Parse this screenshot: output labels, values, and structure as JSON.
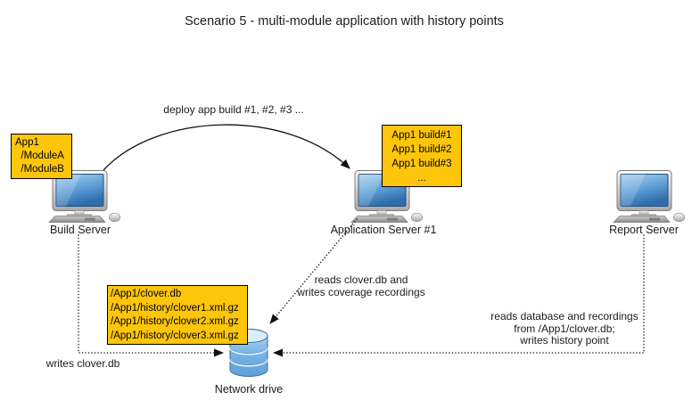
{
  "title": "Scenario 5 - multi-module application with history points",
  "colors": {
    "note_bg": "#fdc60b",
    "note_border": "#000000",
    "screen_blue": "#4a90d0",
    "drive_blue": "#7db8e8",
    "line": "#1a1a1a"
  },
  "nodes": {
    "build_server": {
      "label": "Build Server",
      "icon": "desktop-computer-icon",
      "note_lines": [
        "App1",
        "  /ModuleA",
        "  /ModuleB"
      ]
    },
    "app_server": {
      "label": "Application Server #1",
      "icon": "desktop-computer-icon",
      "note_lines": [
        "App1 build#1",
        "App1 build#2",
        "App1 build#3",
        "..."
      ]
    },
    "report_server": {
      "label": "Report Server",
      "icon": "desktop-computer-icon"
    },
    "network_drive": {
      "label": "Network drive",
      "icon": "database-cylinder-icon",
      "note_lines": [
        "/App1/clover.db",
        "/App1/history/clover1.xml.gz",
        "/App1/history/clover2.xml.gz",
        "/App1/history/clover3.xml.gz"
      ]
    }
  },
  "edges": {
    "deploy": {
      "label": "deploy app build #1, #2, #3 ...",
      "style": "solid-curved-arrow"
    },
    "writes_clover": {
      "label": "writes clover.db",
      "style": "dotted-arrow"
    },
    "coverage": {
      "lines": [
        "reads clover.db and",
        "writes coverage recordings"
      ],
      "style": "dotted-arrow"
    },
    "history": {
      "lines": [
        "reads database and recordings",
        "from /App1/clover.db;",
        "writes history point"
      ],
      "style": "dotted-arrow"
    }
  }
}
